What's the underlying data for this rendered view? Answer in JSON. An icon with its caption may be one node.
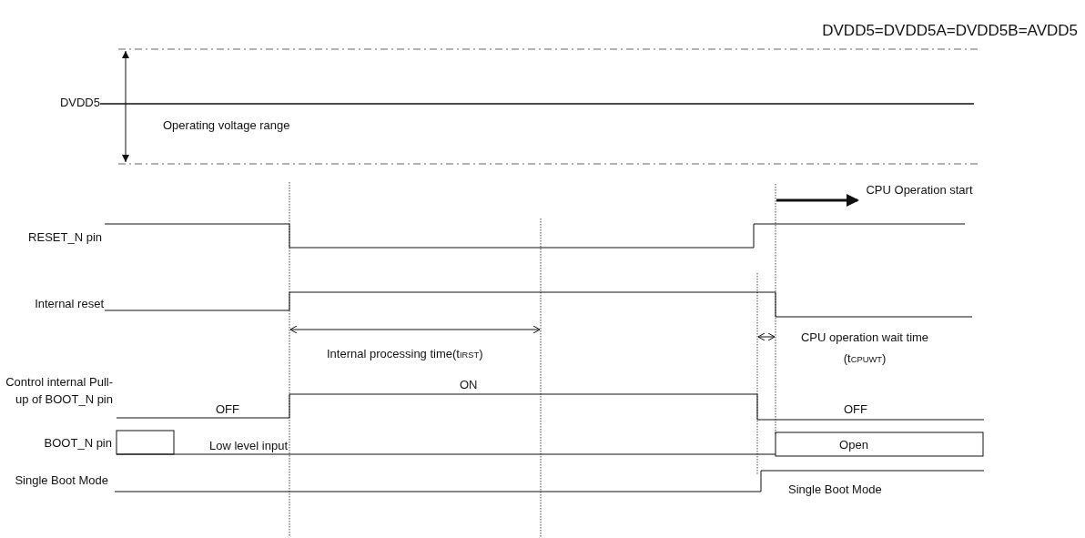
{
  "diagram": {
    "labels": [
      "DVDD5=DVDD5A=DVDD5B=AVDD5",
      "DVDD5",
      "Operating voltage range",
      "CPU Operation start",
      "RESET_N pin",
      "Internal reset",
      "Internal processing time(t$_{IRST}$)",
      "CPU operation wait time (t$_{CPUWT}$)",
      "Control internal Pull-up of BOOT_N pin",
      "ON",
      "OFF",
      "OFF",
      "BOOT_N pin",
      "Low level input",
      "Open",
      "Single Boot Mode",
      "Single Boot Mode"
    ]
  }
}
